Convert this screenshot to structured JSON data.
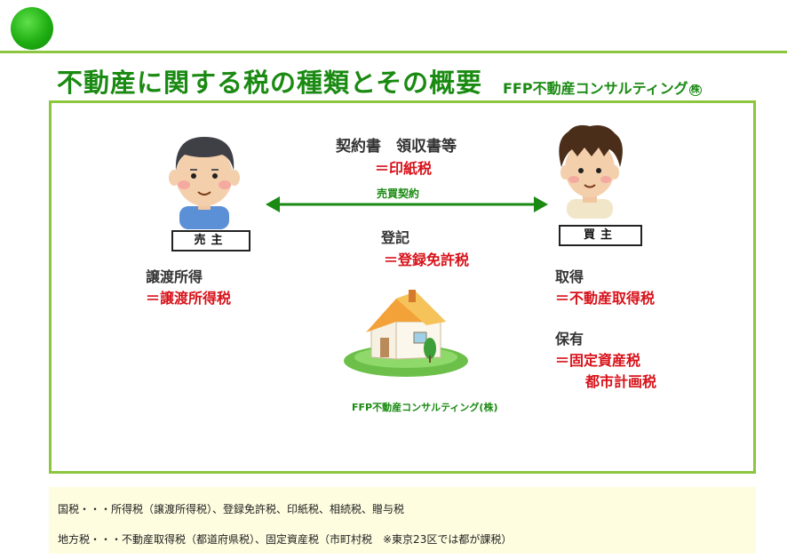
{
  "header": {
    "title": "不動産に関する税の種類とその概要",
    "company": "FFP不動産コンサルティング",
    "company_suffix": "株"
  },
  "seller": {
    "role": "売主",
    "income_label": "譲渡所得",
    "income_tax": "＝譲渡所得税"
  },
  "buyer": {
    "role": "買主",
    "acquire_label": "取得",
    "acquire_tax": "＝不動産取得税",
    "hold_label": "保有",
    "hold_tax_1": "＝固定資産税",
    "hold_tax_2": "都市計画税"
  },
  "center": {
    "documents": "契約書　領収書等",
    "stamp_tax": "＝印紙税",
    "sale_contract": "売買契約",
    "registration": "登記",
    "registration_tax": "＝登録免許税",
    "logo_text": "FFP不動産コンサルティング(株)"
  },
  "footer": {
    "national": "国税・・・所得税（譲渡所得税）、登録免許税、印紙税、相続税、贈与税",
    "local": "地方税・・・不動産取得税（都道府県税）、固定資産税（市町村税　※東京23区では都が課税）"
  },
  "colors": {
    "brand_green": "#1a8a12",
    "frame_green": "#8cc63f",
    "tax_red": "#d8121a",
    "footer_bg": "#fefde0"
  }
}
